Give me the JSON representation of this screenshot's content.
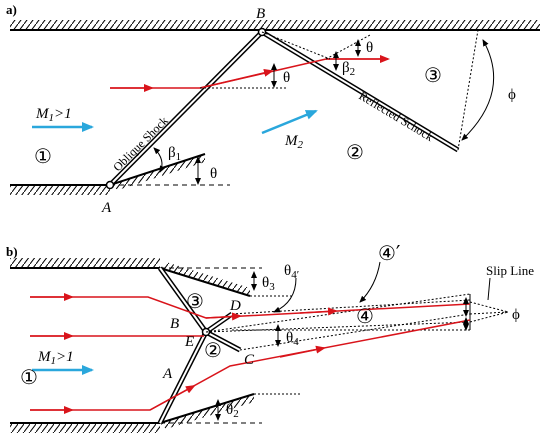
{
  "panel_a": {
    "label": "a)",
    "points": {
      "A": "A",
      "B": "B"
    },
    "mach_in": "M",
    "mach_in_sub": "1",
    "mach_in_rel": ">1",
    "mach_2": "M",
    "mach_2_sub": "2",
    "regions": [
      "①",
      "②",
      "③"
    ],
    "oblique_shock": "Oblique Shock",
    "reflected_shock": "Reflected Schock",
    "angles": {
      "theta": "θ",
      "beta": "β",
      "phi": "ϕ",
      "sub1": "1",
      "sub2": "2"
    }
  },
  "panel_b": {
    "label": "b)",
    "points": {
      "A": "A",
      "B": "B",
      "C": "C",
      "D": "D",
      "E": "E"
    },
    "mach_in": "M",
    "mach_in_sub": "1",
    "mach_in_rel": ">1",
    "regions": [
      "①",
      "②",
      "③",
      "④",
      "④′"
    ],
    "slip_line": "Slip Line",
    "angles": {
      "theta": "θ",
      "phi": "ϕ",
      "sub2": "2",
      "sub3": "3",
      "sub4": "4",
      "sub4p": "4′"
    }
  },
  "colors": {
    "flow_arrow": "#2aa7dc",
    "streamline": "#d9141b",
    "wall": "#000000"
  }
}
